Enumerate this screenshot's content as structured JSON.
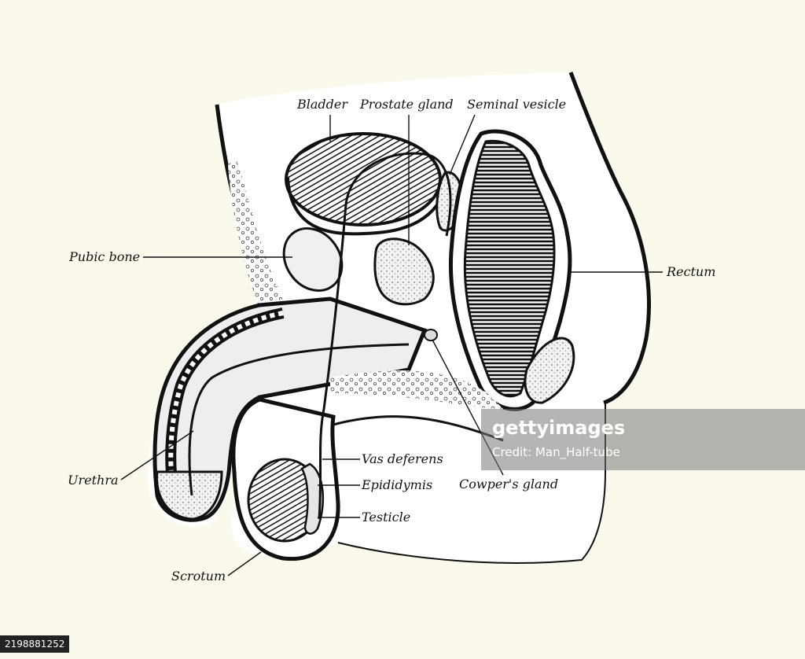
{
  "labels": {
    "bladder": "Bladder",
    "prostate_gland": "Prostate gland",
    "seminal_vesicle": "Seminal vesicle",
    "pubic_bone": "Pubic bone",
    "rectum": "Rectum",
    "urethra": "Urethra",
    "vas_deferens": "Vas deferens",
    "epididymis": "Epididymis",
    "testicle": "Testicle",
    "scrotum": "Scrotum",
    "cowpers_gland": "Cowper's gland"
  },
  "watermark": {
    "brand": "gettyimages",
    "credit": "Credit: Man_Half-tube"
  },
  "image_id": "2198881252",
  "colors": {
    "background": "#fbf8ec",
    "ink": "#111111",
    "paper": "#ffffff",
    "tissue": "#e6e6e6"
  }
}
